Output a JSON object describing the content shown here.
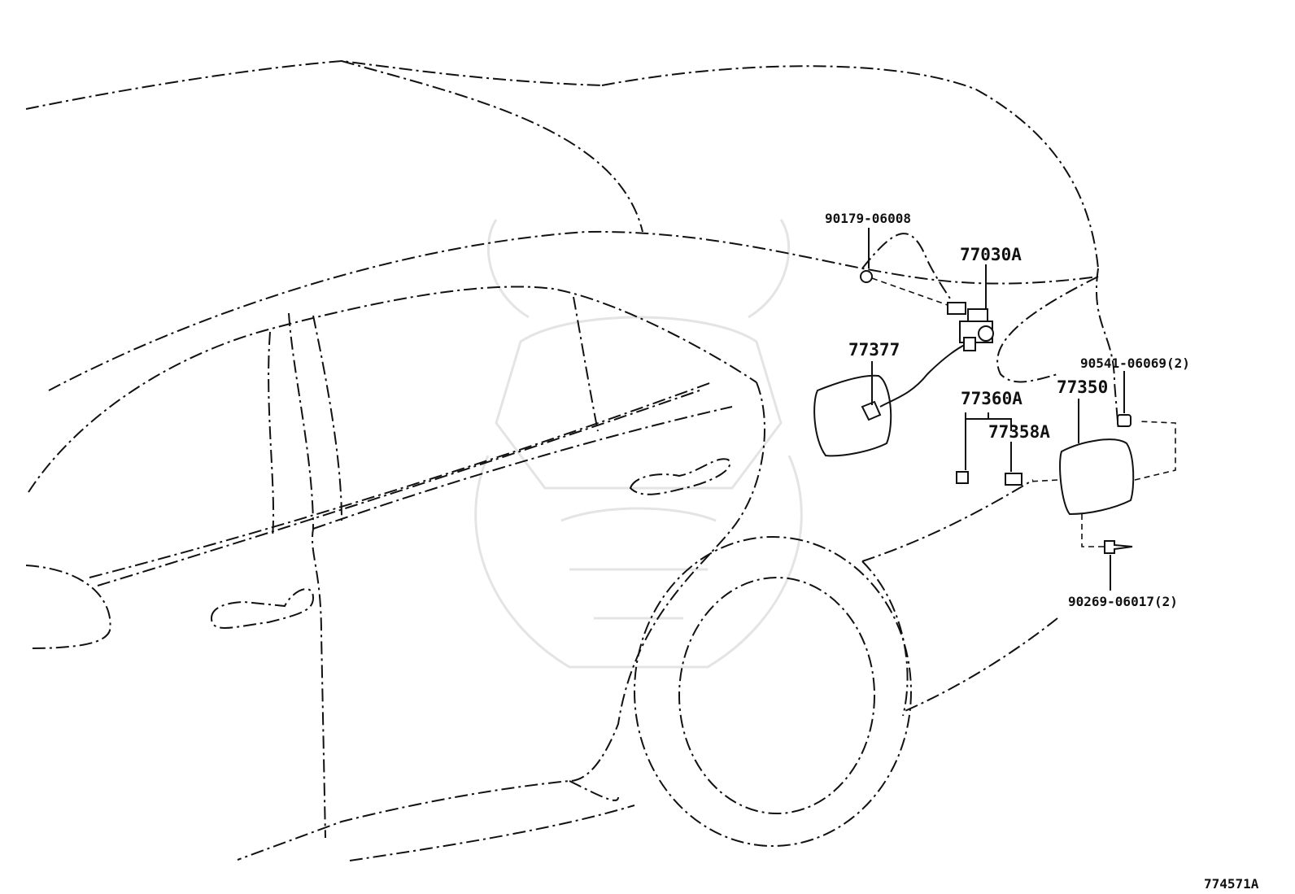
{
  "diagram_id": "774571A",
  "callouts": [
    {
      "key": "bolt_top",
      "label": "90179-06008"
    },
    {
      "key": "lock_actuator",
      "label": "77030A"
    },
    {
      "key": "opener_housing",
      "label": "77377"
    },
    {
      "key": "clip_set",
      "label": "77360A"
    },
    {
      "key": "clip",
      "label": "77358A"
    },
    {
      "key": "fuel_lid",
      "label": "77350"
    },
    {
      "key": "bushing",
      "label": "90541-06069(2)"
    },
    {
      "key": "screw",
      "label": "90269-06017(2)"
    }
  ]
}
